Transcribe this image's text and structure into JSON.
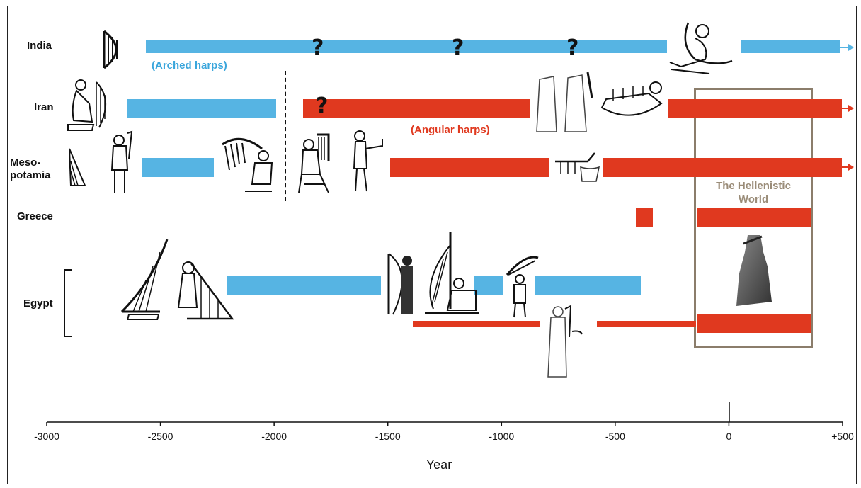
{
  "regions": {
    "india": "India",
    "iran": "Iran",
    "meso_line1": "Meso-",
    "meso_line2": "potamia",
    "greece": "Greece",
    "egypt": "Egypt"
  },
  "series_labels": {
    "arched": "(Arched harps)",
    "angular": "(Angular harps)"
  },
  "question_mark": "?",
  "hellenistic": {
    "line1": "The Hellenistic",
    "line2": "World"
  },
  "axis": {
    "title": "Year",
    "ticks": [
      "-3000",
      "-2500",
      "-2000",
      "-1500",
      "-1000",
      "-500",
      "0",
      "+500"
    ]
  },
  "colors": {
    "arched": "#56b4e3",
    "angular": "#e0391f",
    "hellenistic_box": "#8b7d6b"
  },
  "chart_data": {
    "type": "timeline",
    "x_range": [
      -3000,
      500
    ],
    "series": [
      {
        "name": "Arched harps",
        "region": "India",
        "periods": [
          [
            -2580,
            -280
          ],
          [
            50,
            500
          ]
        ]
      },
      {
        "name": "Arched harps",
        "region": "Iran",
        "periods": [
          [
            -2660,
            -2000
          ]
        ]
      },
      {
        "name": "Angular harps",
        "region": "Iran",
        "periods": [
          [
            -1880,
            -880
          ],
          [
            -280,
            500
          ]
        ]
      },
      {
        "name": "Arched harps",
        "region": "Meso-potamia",
        "periods": [
          [
            -2590,
            -2280
          ]
        ]
      },
      {
        "name": "Angular harps",
        "region": "Meso-potamia",
        "periods": [
          [
            -1490,
            -800
          ],
          [
            -560,
            500
          ]
        ]
      },
      {
        "name": "Angular harps",
        "region": "Greece",
        "periods": [
          [
            -420,
            -350
          ],
          [
            -160,
            350
          ]
        ]
      },
      {
        "name": "Arched harps",
        "region": "Egypt",
        "periods": [
          [
            -2220,
            -1530
          ],
          [
            -1110,
            -980
          ],
          [
            -840,
            -400
          ]
        ]
      },
      {
        "name": "Angular harps",
        "region": "Egypt",
        "periods": [
          [
            -1390,
            -830
          ],
          [
            -590,
            -150
          ],
          [
            -160,
            350
          ]
        ]
      }
    ]
  }
}
